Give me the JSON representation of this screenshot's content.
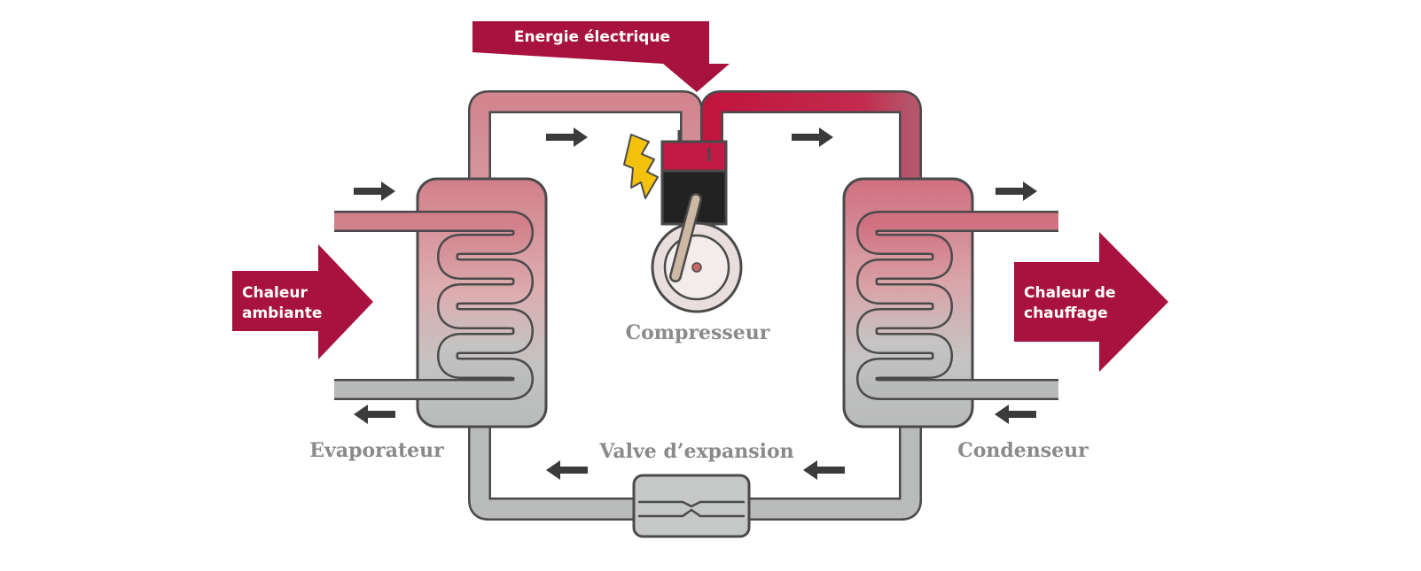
{
  "labels": {
    "energy_input": "Energie électrique",
    "ambient_heat_line1": "Chaleur",
    "ambient_heat_line2": "ambiante",
    "heating_heat_line1": "Chaleur de",
    "heating_heat_line2": "chauffage",
    "compressor": "Compresseur",
    "evaporator": "Evaporateur",
    "expansion_valve": "Valve d’expansion",
    "condenser": "Condenseur"
  },
  "colors": {
    "accent": "#a8123e",
    "hot": "#c51e4a",
    "warm": "#d07a86",
    "pink": "#d9a1a5",
    "cold": "#b9bbbb",
    "outline": "#4a4a4a",
    "arrow_dark": "#3b3b3b",
    "bolt": "#f4c20d",
    "label_grey": "#8a8a8a"
  }
}
